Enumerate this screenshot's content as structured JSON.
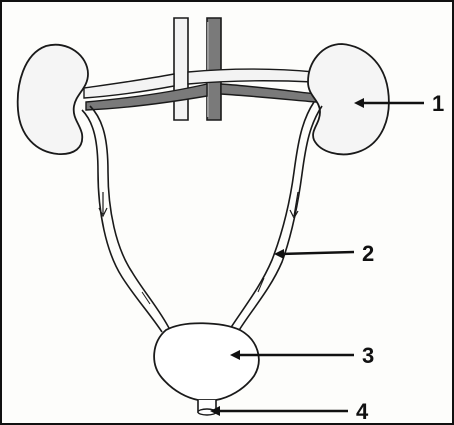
{
  "diagram": {
    "callouts": [
      {
        "label": "1",
        "structure": "kidney"
      },
      {
        "label": "2",
        "structure": "ureter"
      },
      {
        "label": "3",
        "structure": "urinary-bladder"
      },
      {
        "label": "4",
        "structure": "urethra"
      }
    ],
    "colors": {
      "line": "#1a1a1a",
      "vessel_light": "#f3f3f3",
      "vessel_dark": "#7a7a7a",
      "organ_fill": "#f5f5f5",
      "background": "#fdfdfb"
    }
  }
}
